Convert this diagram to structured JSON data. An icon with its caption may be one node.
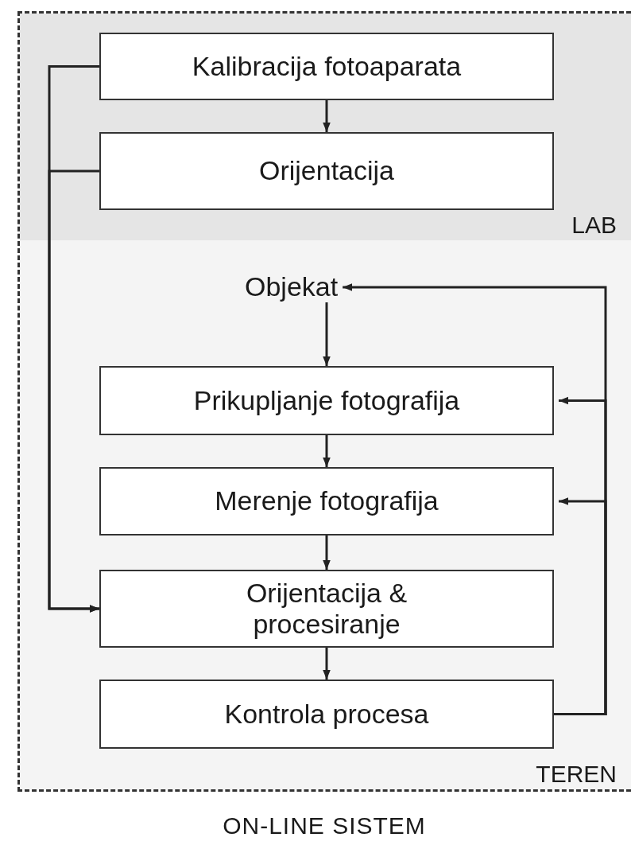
{
  "diagram": {
    "nodes": [
      {
        "text": [
          "ON-LINE SISTEM"
        ]
      },
      {
        "text": [
          "LAB"
        ],
        "in": 0
      },
      {
        "text": [
          "Kalibracija fotoaparata"
        ],
        "in": 1
      },
      {
        "text": [
          "Orijentacija"
        ],
        "in": 1
      },
      {
        "text": [
          "TEREN"
        ],
        "in": 0
      },
      {
        "text": [
          "Objekat"
        ],
        "in": 4
      },
      {
        "text": [
          "Prikupljanje fotografija"
        ],
        "in": 4
      },
      {
        "text": [
          "Merenje fotografija"
        ],
        "in": 4
      },
      {
        "text": [
          "Orijentacija & procesiranje"
        ],
        "in": 4
      },
      {
        "text": [
          "Kontrola procesa"
        ],
        "in": 4
      }
    ],
    "edges": [
      {
        "from": 2,
        "to": 3,
        "arrow": "to"
      },
      {
        "from": 5,
        "to": 6,
        "arrow": "to"
      },
      {
        "from": 6,
        "to": 7,
        "arrow": "to"
      },
      {
        "from": 7,
        "to": 8,
        "arrow": "to"
      },
      {
        "from": 8,
        "to": 9,
        "arrow": "to"
      },
      {
        "from": 9,
        "to": 5,
        "arrow": "to"
      },
      {
        "from": 9,
        "to": 6,
        "arrow": "to"
      },
      {
        "from": 9,
        "to": 7,
        "arrow": "to"
      },
      {
        "from": 2,
        "to": 8,
        "arrow": "to"
      },
      {
        "from": 3,
        "to": 8,
        "arrow": "to"
      }
    ]
  }
}
